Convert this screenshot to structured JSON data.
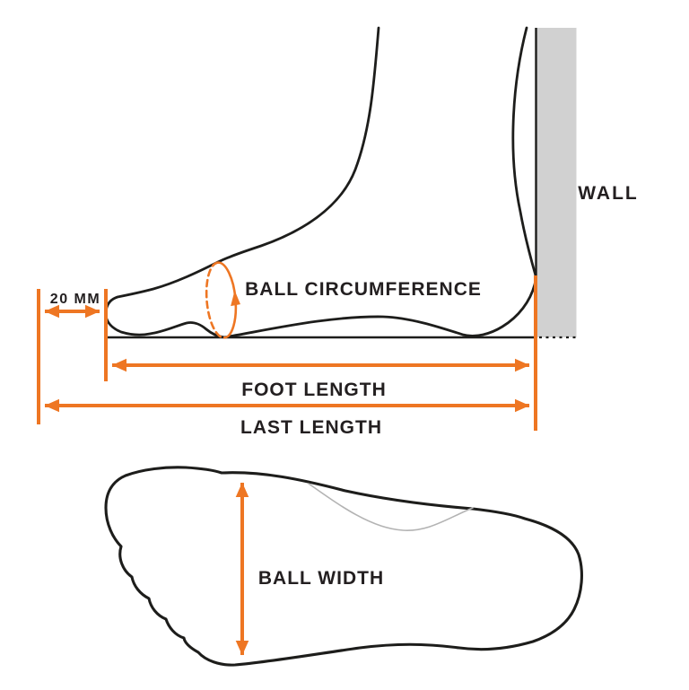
{
  "side_view": {
    "wall_label": "WALL",
    "measurements": {
      "toe_allowance": {
        "label": "20 MM"
      },
      "ball_circumference": {
        "label": "BALL CIRCUMFERENCE"
      },
      "foot_length": {
        "label": "FOOT LENGTH"
      },
      "last_length": {
        "label": "LAST LENGTH"
      }
    }
  },
  "top_view": {
    "measurements": {
      "ball_width": {
        "label": "BALL WIDTH"
      }
    }
  },
  "colors": {
    "accent_orange": "#EE7623",
    "outline_black": "#1d1d1b",
    "wall_gray": "#d1d1d1",
    "arch_gray": "#b3b3b3",
    "text": "#231f20",
    "background": "#ffffff"
  }
}
